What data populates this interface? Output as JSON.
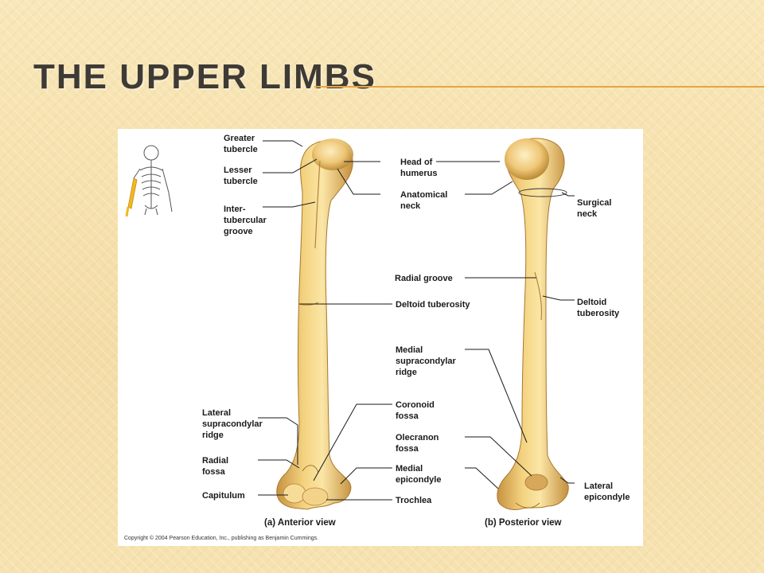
{
  "slide": {
    "title": "The Upper Limbs"
  },
  "figure": {
    "labels": {
      "greater_tubercle": [
        "Greater",
        "tubercle"
      ],
      "lesser_tubercle": [
        "Lesser",
        "tubercle"
      ],
      "intertubercular_groove": [
        "Inter-",
        "tubercular",
        "groove"
      ],
      "head_of_humerus": [
        "Head of",
        "humerus"
      ],
      "anatomical_neck": [
        "Anatomical",
        "neck"
      ],
      "surgical_neck": [
        "Surgical",
        "neck"
      ],
      "radial_groove": "Radial groove",
      "deltoid_tuberosity_anterior": "Deltoid tuberosity",
      "deltoid_tuberosity_posterior": [
        "Deltoid",
        "tuberosity"
      ],
      "medial_supracondylar_ridge": [
        "Medial",
        "supracondylar",
        "ridge"
      ],
      "lateral_supracondylar_ridge": [
        "Lateral",
        "supracondylar",
        "ridge"
      ],
      "coronoid_fossa": [
        "Coronoid",
        "fossa"
      ],
      "olecranon_fossa": [
        "Olecranon",
        "fossa"
      ],
      "radial_fossa": [
        "Radial",
        "fossa"
      ],
      "medial_epicondyle": [
        "Medial",
        "epicondyle"
      ],
      "lateral_epicondyle": [
        "Lateral",
        "epicondyle"
      ],
      "capitulum": "Capitulum",
      "trochlea": "Trochlea"
    },
    "captions": {
      "anterior": "(a) Anterior view",
      "posterior": "(b) Posterior view"
    },
    "copyright": "Copyright © 2004 Pearson Education, Inc., publishing as Benjamin Cummings.",
    "colors": {
      "bone_light": "#fbe6a6",
      "bone_mid": "#e9bf63",
      "bone_dark": "#b98a35",
      "highlight": "#f2b821",
      "accent_rule": "#e3a544"
    }
  }
}
